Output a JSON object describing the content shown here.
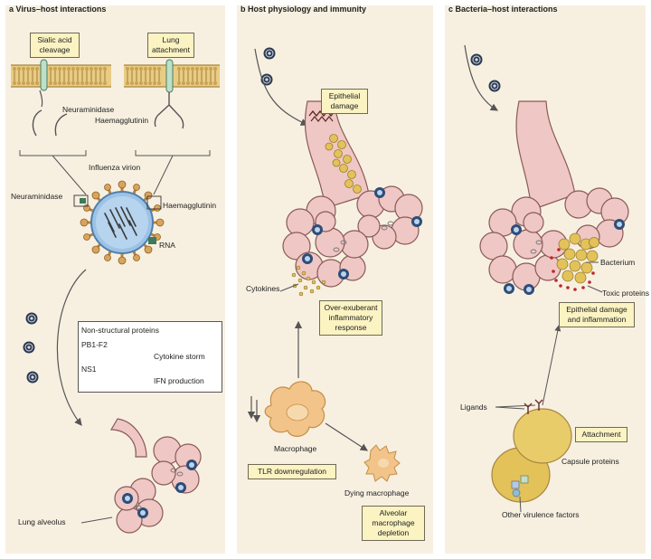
{
  "panel_a": {
    "title": "a  Virus–host interactions",
    "sialic_box": "Sialic acid cleavage",
    "lung_box": "Lung attachment",
    "neuraminidase_top": "Neuraminidase",
    "haemagglutinin_top": "Haemagglutinin",
    "influenza_virion": "Influenza virion",
    "neuraminidase_side": "Neuraminidase",
    "haemagglutinin_side": "Haemagglutinin",
    "rna": "RNA",
    "ns_title": "Non-structural proteins",
    "pb1": "PB1-F2",
    "cytokine_storm": "Cytokine storm",
    "ns1": "NS1",
    "ifn": "IFN production",
    "lung_alveolus": "Lung alveolus"
  },
  "panel_b": {
    "title": "b  Host physiology and immunity",
    "epithelial_damage": "Epithelial damage",
    "cytokines": "Cytokines",
    "over_exuberant": "Over-exuberant inflammatory response",
    "macrophage": "Macrophage",
    "tlr": "TLR downregulation",
    "dying": "Dying macrophage",
    "depletion": "Alveolar macrophage depletion"
  },
  "panel_c": {
    "title": "c  Bacteria–host interactions",
    "bacterium": "Bacterium",
    "toxic": "Toxic proteins",
    "epi_inflam": "Epithelial damage and inflammation",
    "ligands": "Ligands",
    "attachment": "Attachment",
    "capsule": "Capsule proteins",
    "other": "Other virulence factors"
  },
  "colors": {
    "panel_bg": "#f7f0e1",
    "membrane": "#d4b06a",
    "virion_blue": "#8fb8df",
    "spike_orange": "#cf9a4c",
    "lung_pink": "#efc7c4",
    "lung_outline": "#8a5a58",
    "bacterium_yellow": "#e3c25a",
    "macrophage": "#f2c48a",
    "label_box": "#fbf3c2",
    "cytokine_red": "#c0242b"
  }
}
